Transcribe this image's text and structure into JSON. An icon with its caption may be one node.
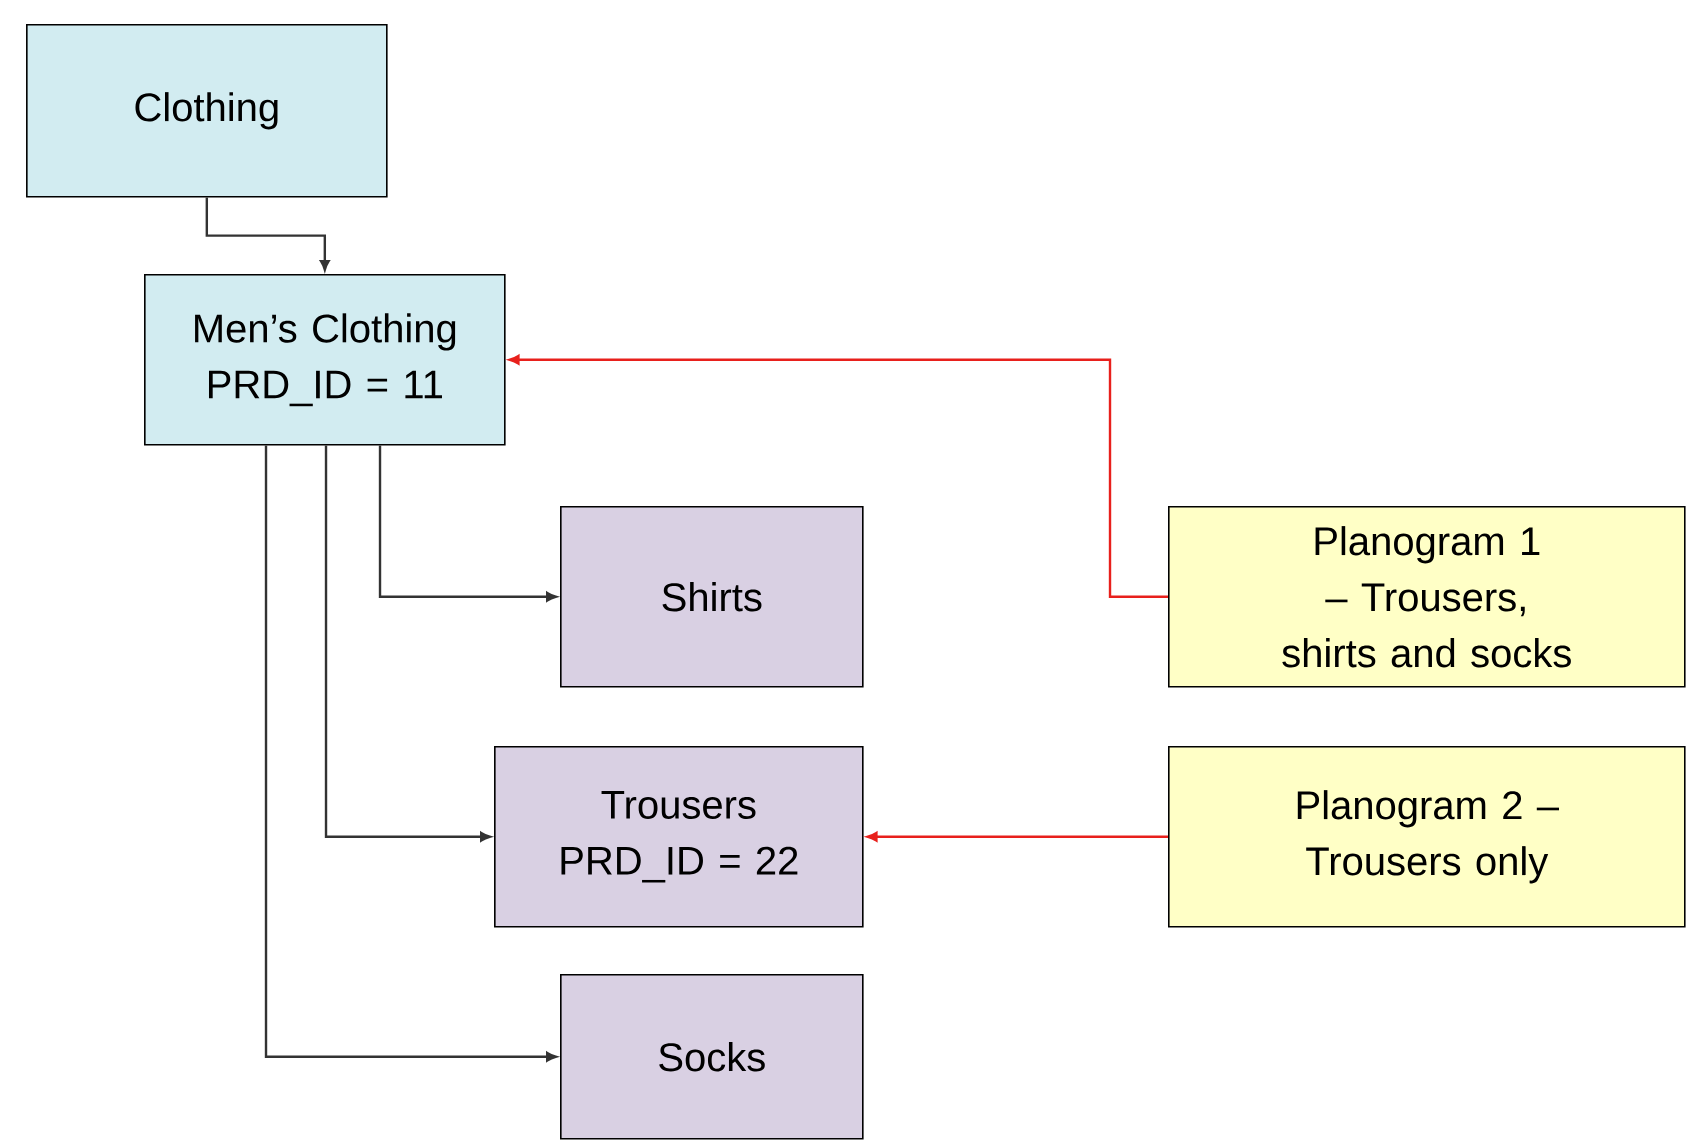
{
  "diagram": {
    "nodes": [
      {
        "text": [
          "Clothing"
        ]
      },
      {
        "text": [
          "Men’s Clothing",
          "PRD_ID = 11"
        ]
      },
      {
        "text": [
          "Shirts"
        ]
      },
      {
        "text": [
          "Trousers",
          "PRD_ID = 22"
        ]
      },
      {
        "text": [
          "Socks"
        ]
      },
      {
        "text": [
          "Planogram 1 – Trousers, shirts and socks"
        ]
      },
      {
        "text": [
          "Planogram 2 – Trousers only"
        ]
      }
    ],
    "edges": [
      {
        "from": 0,
        "to": 1,
        "arrow": "to"
      },
      {
        "from": 1,
        "to": 2,
        "arrow": "to"
      },
      {
        "from": 1,
        "to": 3,
        "arrow": "to"
      },
      {
        "from": 1,
        "to": 4,
        "arrow": "to"
      },
      {
        "from": 5,
        "to": 1,
        "arrow": "to",
        "color": "#e8201c"
      },
      {
        "from": 6,
        "to": 3,
        "arrow": "to",
        "color": "#e8201c"
      }
    ]
  }
}
